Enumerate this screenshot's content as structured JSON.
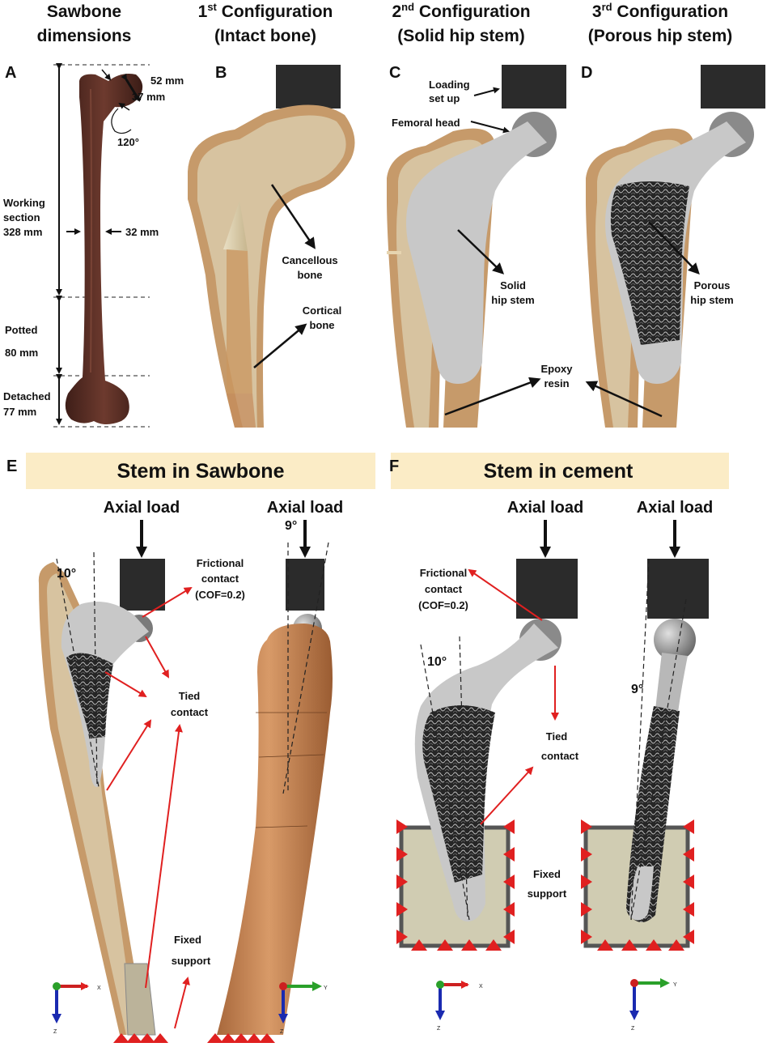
{
  "columns": [
    {
      "line1": "Sawbone",
      "line2": "dimensions"
    },
    {
      "line1": "1",
      "sup": "st",
      "line1b": " Configuration",
      "line2": "(Intact bone)"
    },
    {
      "line1": "2",
      "sup": "nd",
      "line1b": " Configuration",
      "line2": "(Solid hip stem)"
    },
    {
      "line1": "3",
      "sup": "rd",
      "line1b": " Configuration",
      "line2": "(Porous hip stem)"
    }
  ],
  "panel_letters": [
    "A",
    "B",
    "C",
    "D",
    "E",
    "F"
  ],
  "panel_a": {
    "head_diameter": "52 mm",
    "neck_diameter": "37 mm",
    "neck_angle": "120°",
    "shaft_diameter": "32 mm",
    "working_1": "Working",
    "working_2": "section",
    "working_3": "328 mm",
    "potted_1": "Potted",
    "potted_2": "80 mm",
    "detached_1": "Detached",
    "detached_2": "77 mm"
  },
  "panel_b": {
    "cancellous_1": "Cancellous",
    "cancellous_2": "bone",
    "cortical_1": "Cortical",
    "cortical_2": "bone"
  },
  "panel_c": {
    "loading_1": "Loading",
    "loading_2": "set up",
    "femoral_head": "Femoral head",
    "solid_1": "Solid",
    "solid_2": "hip stem",
    "epoxy_1": "Epoxy",
    "epoxy_2": "resin"
  },
  "panel_d": {
    "porous_1": "Porous",
    "porous_2": "hip stem"
  },
  "panel_e": {
    "banner": "Stem in Sawbone",
    "axial_load": "Axial load",
    "angle_front": "10°",
    "angle_side": "9°",
    "frictional_1": "Frictional",
    "frictional_2": "contact",
    "frictional_3": "(COF=0.2)",
    "tied_1": "Tied",
    "tied_2": "contact",
    "fixed_1": "Fixed",
    "fixed_2": "support"
  },
  "panel_f": {
    "banner": "Stem in cement",
    "axial_load": "Axial load",
    "angle_front": "10°",
    "angle_side": "9°",
    "frictional_1": "Frictional",
    "frictional_2": "contact",
    "frictional_3": "(COF=0.2)",
    "tied_1": "Tied",
    "tied_2": "contact",
    "fixed_1": "Fixed",
    "fixed_2": "support"
  },
  "axes": {
    "x": "X",
    "y": "Y",
    "z": "Z"
  },
  "colors": {
    "banner_bg": "#fbecc6",
    "cortical": "#c69a6a",
    "cancellous": "#d7c3a0",
    "stem": "#c8c8c8",
    "porous": "#2a2a2a",
    "load_block": "#2b2b2b",
    "red_arrow": "#e02020",
    "sawbone": "#5a2e24",
    "cement": "#d0ccb2"
  }
}
